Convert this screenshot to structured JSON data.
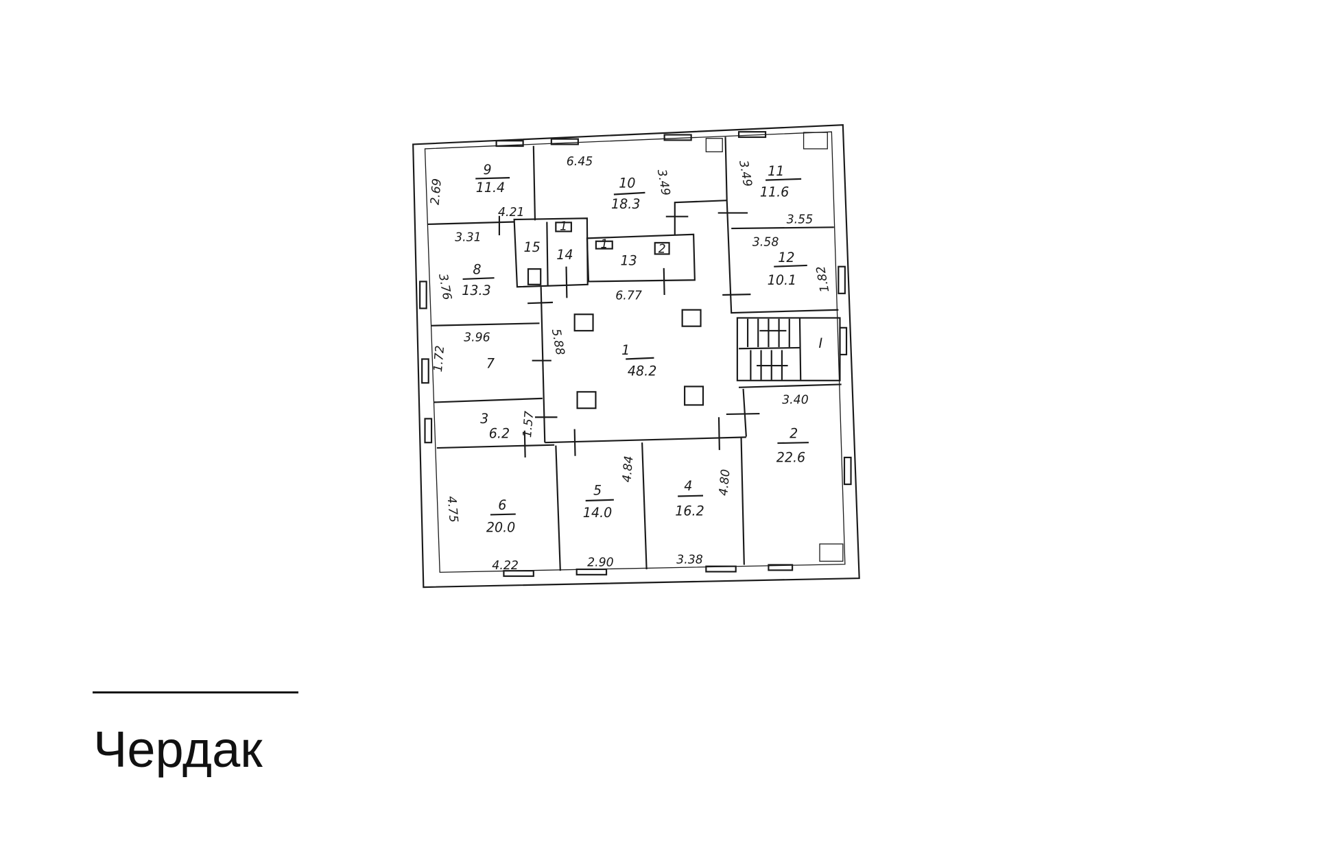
{
  "plan": {
    "rooms": [
      {
        "number": "1",
        "area": "48.2"
      },
      {
        "number": "2",
        "area": "22.6"
      },
      {
        "number": "3",
        "area": "6.2"
      },
      {
        "number": "4",
        "area": "16.2"
      },
      {
        "number": "5",
        "area": "14.0"
      },
      {
        "number": "6",
        "area": "20.0"
      },
      {
        "number": "7",
        "area": ""
      },
      {
        "number": "8",
        "area": "13.3"
      },
      {
        "number": "9",
        "area": "11.4"
      },
      {
        "number": "10",
        "area": "18.3"
      },
      {
        "number": "11",
        "area": "11.6"
      },
      {
        "number": "12",
        "area": "10.1"
      },
      {
        "number": "13",
        "area": ""
      },
      {
        "number": "14",
        "area": ""
      },
      {
        "number": "15",
        "area": ""
      }
    ],
    "dimensions": [
      "6.45",
      "3.49",
      "2.69",
      "4.21",
      "3.49",
      "3.55",
      "3.31",
      "3.76",
      "3.58",
      "1.82",
      "6.77",
      "3.96",
      "1.72",
      "5.88",
      "1.57",
      "3.40",
      "4.84",
      "4.80",
      "4.75",
      "4.22",
      "2.90",
      "3.38"
    ],
    "stair_label": "I",
    "fixture_labels": [
      "1",
      "1",
      "2"
    ]
  },
  "title": "Чердак"
}
